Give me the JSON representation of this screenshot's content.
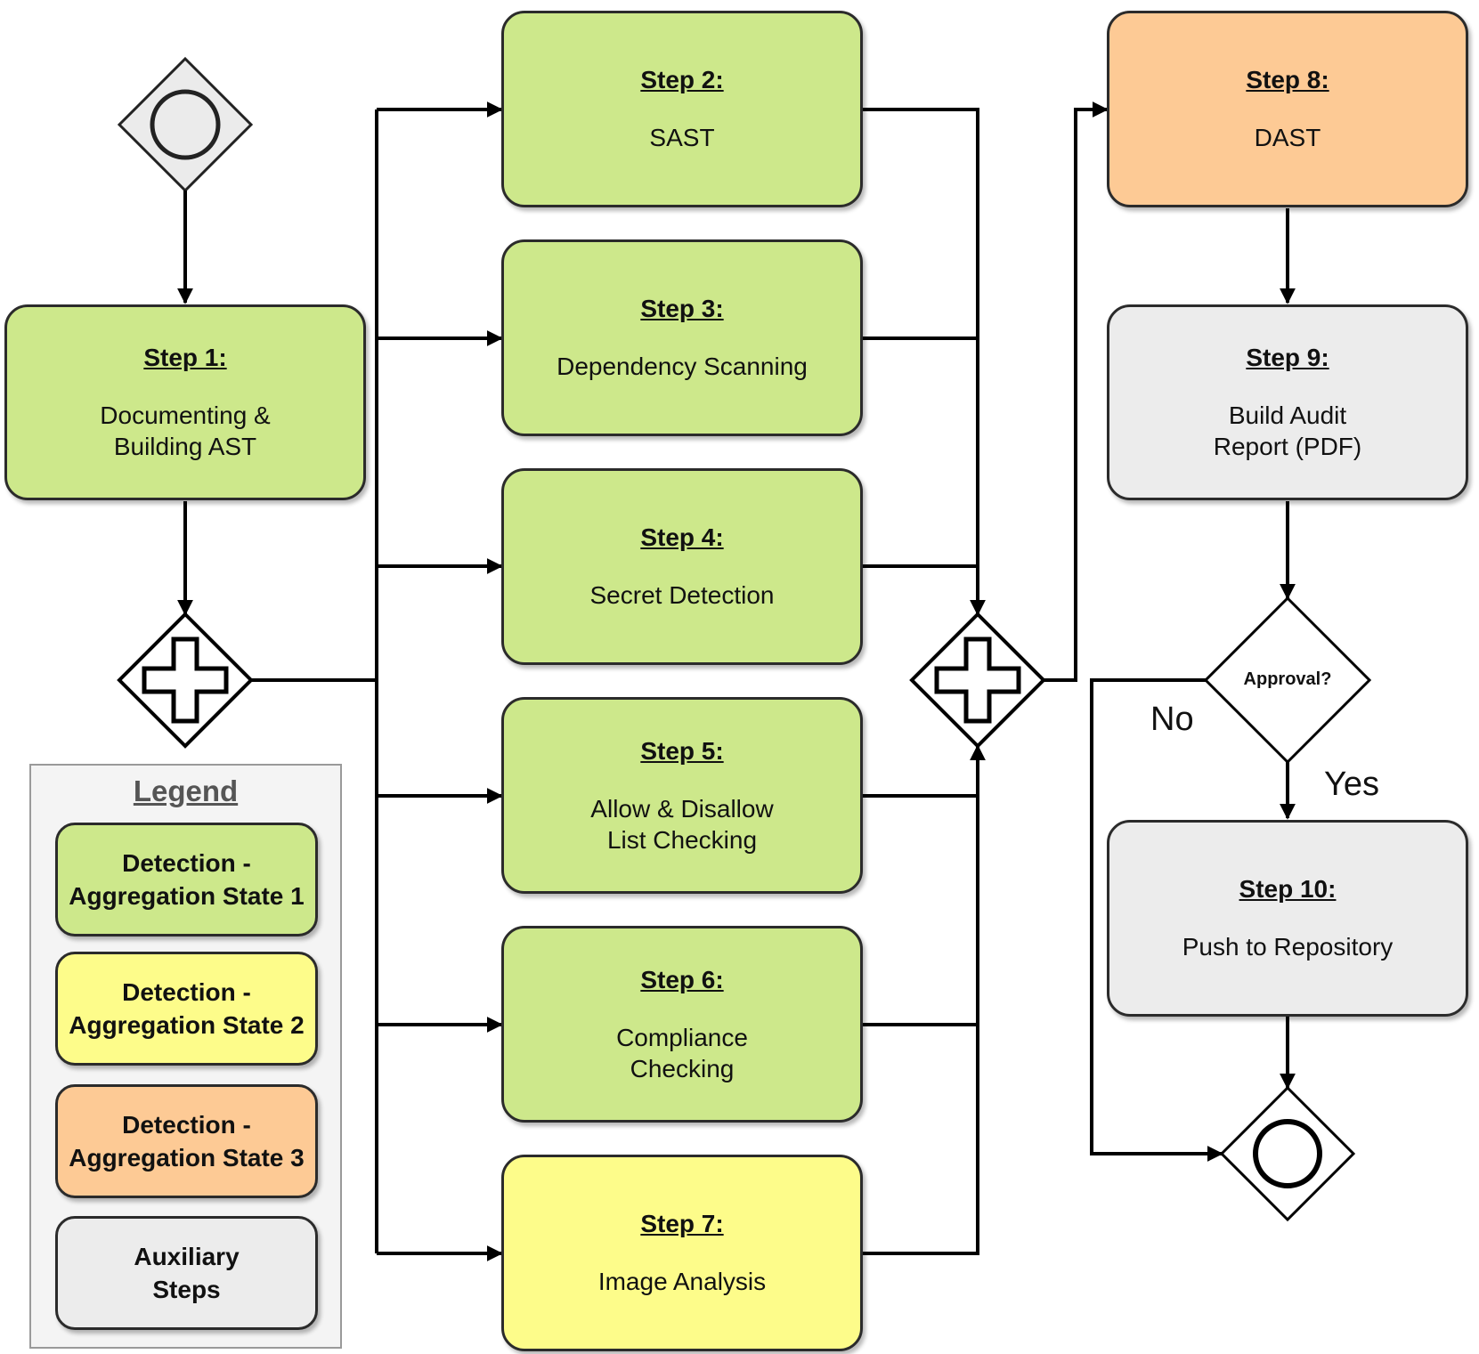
{
  "steps": {
    "s1": {
      "step": "Step 1:",
      "desc": "Documenting &\nBuilding AST"
    },
    "s2": {
      "step": "Step 2:",
      "desc": "SAST"
    },
    "s3": {
      "step": "Step 3:",
      "desc": "Dependency Scanning"
    },
    "s4": {
      "step": "Step 4:",
      "desc": "Secret Detection"
    },
    "s5": {
      "step": "Step 5:",
      "desc": "Allow & Disallow\nList Checking"
    },
    "s6": {
      "step": "Step 6:",
      "desc": "Compliance\nChecking"
    },
    "s7": {
      "step": "Step 7:",
      "desc": "Image Analysis"
    },
    "s8": {
      "step": "Step 8:",
      "desc": "DAST"
    },
    "s9": {
      "step": "Step 9:",
      "desc": "Build Audit\nReport (PDF)"
    },
    "s10": {
      "step": "Step 10:",
      "desc": "Push to Repository"
    }
  },
  "decision": {
    "label": "Approval?",
    "no": "No",
    "yes": "Yes"
  },
  "legend": {
    "title": "Legend",
    "items": [
      {
        "label": "Detection -\nAggregation State 1"
      },
      {
        "label": "Detection -\nAggregation State 2"
      },
      {
        "label": "Detection -\nAggregation State 3"
      },
      {
        "label": "Auxiliary\nSteps"
      }
    ]
  },
  "colors": {
    "state1": "#cde88b",
    "state2": "#fdfc8a",
    "state3": "#fdca95",
    "auxiliary": "#ececec",
    "line": "#000000"
  }
}
